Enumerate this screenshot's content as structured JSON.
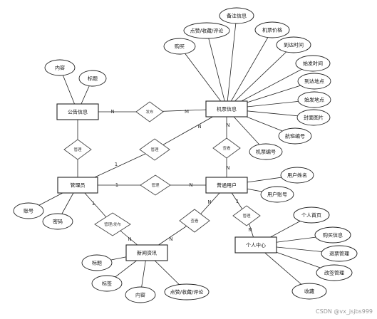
{
  "diagram": {
    "entities": [
      {
        "id": "bulletin",
        "label": "公告信息"
      },
      {
        "id": "ticket",
        "label": "机票信息"
      },
      {
        "id": "admin",
        "label": "管理员"
      },
      {
        "id": "user",
        "label": "普通用户"
      },
      {
        "id": "news",
        "label": "新闻资讯"
      },
      {
        "id": "center",
        "label": "个人中心"
      }
    ],
    "relationships": [
      {
        "id": "publish",
        "label": "发布"
      },
      {
        "id": "manage-bulletin",
        "label": "管理"
      },
      {
        "id": "manage-ticket",
        "label": "管理"
      },
      {
        "id": "manage-user",
        "label": "管理"
      },
      {
        "id": "view-ticket",
        "label": "查看"
      },
      {
        "id": "manage-publish-news",
        "label": "管理/发布"
      },
      {
        "id": "view-news",
        "label": "查看"
      },
      {
        "id": "manage-center",
        "label": "管理"
      }
    ],
    "attributes": [
      {
        "id": "bulletin-content",
        "label": "内容"
      },
      {
        "id": "bulletin-title",
        "label": "标题"
      },
      {
        "id": "ticket-buy",
        "label": "购买"
      },
      {
        "id": "ticket-like",
        "label": "点赞/收藏/评论"
      },
      {
        "id": "ticket-remark",
        "label": "备注信息"
      },
      {
        "id": "ticket-price",
        "label": "机票价格"
      },
      {
        "id": "ticket-arrive-time",
        "label": "到达时间"
      },
      {
        "id": "ticket-depart-time",
        "label": "始发时间"
      },
      {
        "id": "ticket-arrive-place",
        "label": "到达地点"
      },
      {
        "id": "ticket-depart-place",
        "label": "始发地点"
      },
      {
        "id": "ticket-cover",
        "label": "封面图片"
      },
      {
        "id": "ticket-flight-no",
        "label": "航班编号"
      },
      {
        "id": "ticket-no",
        "label": "机票编号"
      },
      {
        "id": "admin-account",
        "label": "账号"
      },
      {
        "id": "admin-password",
        "label": "密码"
      },
      {
        "id": "user-name",
        "label": "用户姓名"
      },
      {
        "id": "user-account",
        "label": "用户账号"
      },
      {
        "id": "news-title",
        "label": "标题"
      },
      {
        "id": "news-tag",
        "label": "标签"
      },
      {
        "id": "news-content",
        "label": "内容"
      },
      {
        "id": "news-like",
        "label": "点赞/收藏/评论"
      },
      {
        "id": "center-home",
        "label": "个人首页"
      },
      {
        "id": "center-buy-info",
        "label": "购买信息"
      },
      {
        "id": "center-refund",
        "label": "退票管理"
      },
      {
        "id": "center-change",
        "label": "改签管理"
      },
      {
        "id": "center-favorite",
        "label": "收藏"
      }
    ],
    "cardinalities": [
      {
        "id": "publish-left",
        "label": "N"
      },
      {
        "id": "publish-right",
        "label": "M"
      },
      {
        "id": "manage-ticket-admin",
        "label": "1"
      },
      {
        "id": "manage-ticket-ticket",
        "label": "N"
      },
      {
        "id": "manage-user-admin",
        "label": "1"
      },
      {
        "id": "manage-user-user",
        "label": "N"
      },
      {
        "id": "view-ticket-ticket",
        "label": "N"
      },
      {
        "id": "view-ticket-user",
        "label": "N"
      },
      {
        "id": "news-admin",
        "label": "1"
      },
      {
        "id": "news-news-a",
        "label": "N"
      },
      {
        "id": "view-news-user",
        "label": "N"
      },
      {
        "id": "view-news-news",
        "label": "N"
      },
      {
        "id": "center-user",
        "label": "1"
      },
      {
        "id": "center-center",
        "label": "N"
      }
    ]
  },
  "watermark": "CSDN @vx_jsjbs999"
}
